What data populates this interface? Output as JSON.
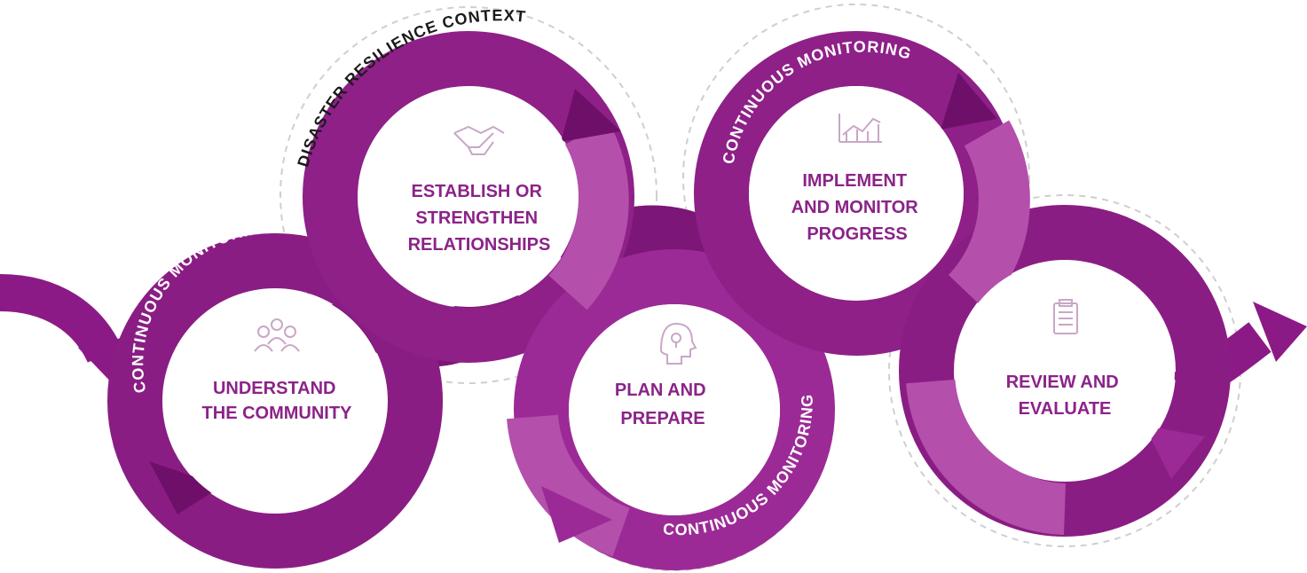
{
  "diagram": {
    "context_label": "DISASTER RESILIENCE CONTEXT",
    "monitoring_label": "CONTINUOUS MONITORING",
    "steps": [
      {
        "lines": [
          "UNDERSTAND",
          "THE COMMUNITY"
        ],
        "icon": "people-icon"
      },
      {
        "lines": [
          "ESTABLISH OR",
          "STRENGTHEN",
          "RELATIONSHIPS"
        ],
        "icon": "handshake-icon"
      },
      {
        "lines": [
          "PLAN AND",
          "PREPARE"
        ],
        "icon": "head-lightbulb-icon"
      },
      {
        "lines": [
          "IMPLEMENT",
          "AND MONITOR",
          "PROGRESS"
        ],
        "icon": "chart-icon"
      },
      {
        "lines": [
          "REVIEW AND",
          "EVALUATE"
        ],
        "icon": "clipboard-icon"
      }
    ],
    "caption": "",
    "colors": {
      "dark": "#7c1677",
      "mid": "#9c2a96",
      "light": "#b44fac",
      "text": "#8b2388",
      "icon": "#c9a7c7",
      "dashed": "#cfcfcf"
    }
  }
}
